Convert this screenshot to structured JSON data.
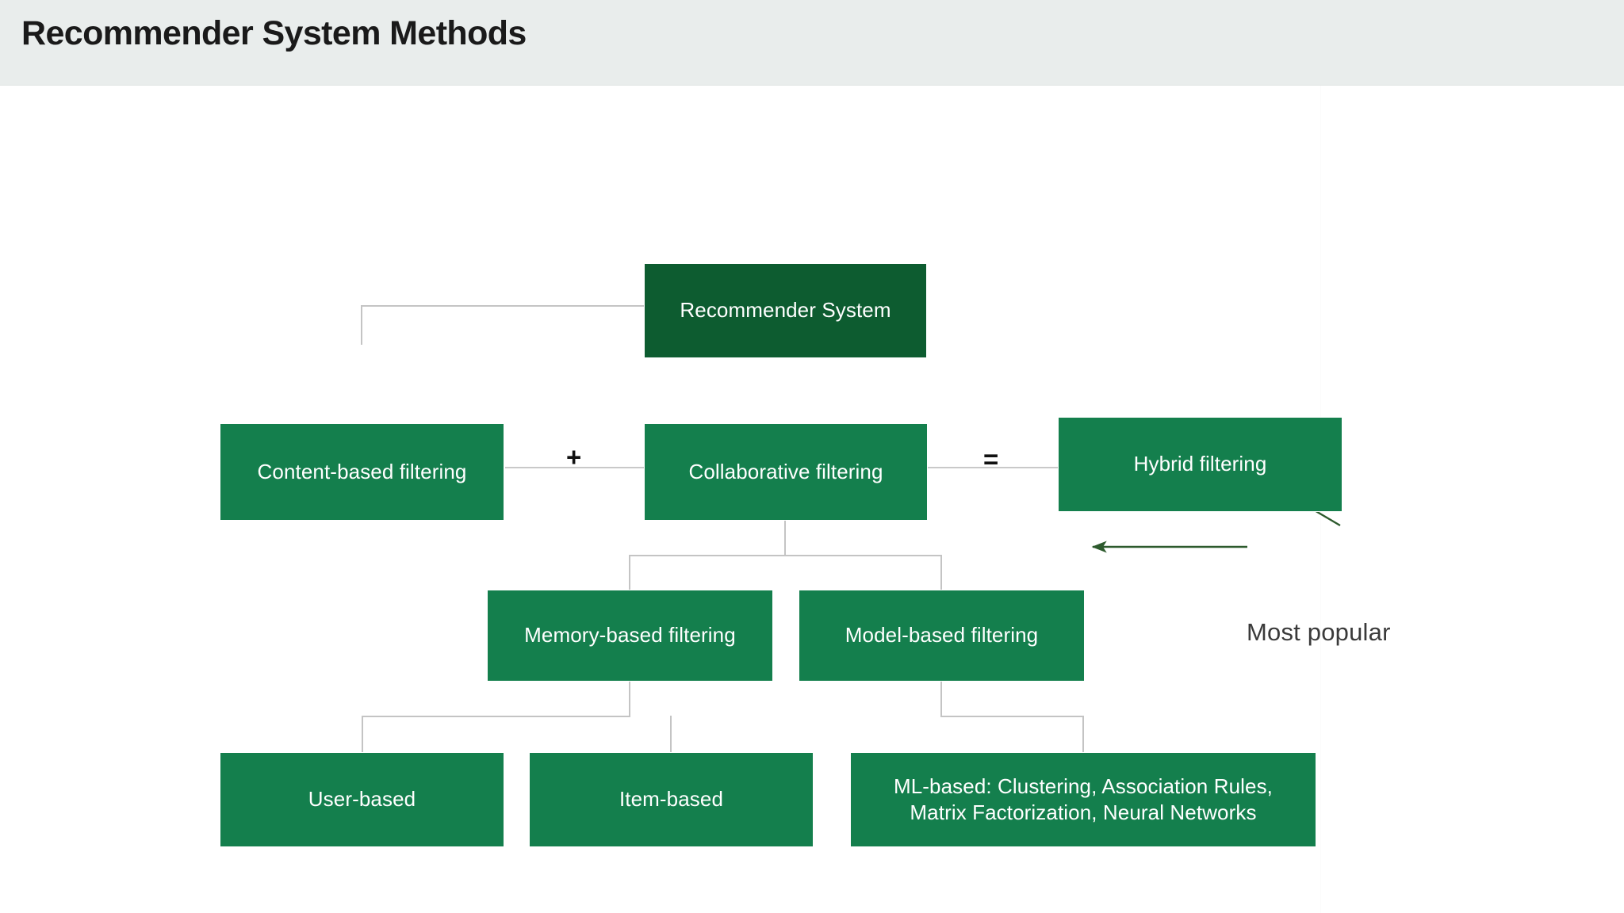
{
  "header": {
    "title": "Recommender System Methods",
    "background_color": "#e9edec",
    "title_color": "#1a1a1a"
  },
  "theme": {
    "root_node_color": "#0d5c30",
    "node_color": "#147f4d",
    "node_text_color": "#ffffff",
    "connector_color": "#c4c4c4",
    "annotation_color": "#2d5a2d",
    "annotation_text_color": "#3a3a3a",
    "canvas_background": "#ffffff"
  },
  "diagram": {
    "type": "tree",
    "nodes": {
      "root": {
        "label": "Recommender System"
      },
      "content_based": {
        "label": "Content-based filtering"
      },
      "collaborative": {
        "label": "Collaborative filtering"
      },
      "hybrid": {
        "label": "Hybrid filtering"
      },
      "memory_based": {
        "label": "Memory-based filtering"
      },
      "model_based": {
        "label": "Model-based filtering"
      },
      "user_based": {
        "label": "User-based"
      },
      "item_based": {
        "label": "Item-based"
      },
      "ml_based": {
        "label_line1": "ML-based: Clustering, Association Rules,",
        "label_line2": "Matrix Factorization, Neural Networks"
      }
    },
    "operators": {
      "plus": "+",
      "equals": "="
    },
    "annotation": {
      "label": "Most popular",
      "points_to": [
        "hybrid",
        "model_based"
      ]
    },
    "edges": [
      {
        "from": "root",
        "to": "content_based"
      },
      {
        "from": "root",
        "to": "collaborative"
      },
      {
        "from": "content_based",
        "to": "collaborative",
        "kind": "operator-plus"
      },
      {
        "from": "collaborative",
        "to": "hybrid",
        "kind": "operator-equals"
      },
      {
        "from": "collaborative",
        "to": "memory_based"
      },
      {
        "from": "collaborative",
        "to": "model_based"
      },
      {
        "from": "memory_based",
        "to": "user_based"
      },
      {
        "from": "memory_based",
        "to": "item_based"
      },
      {
        "from": "model_based",
        "to": "ml_based"
      }
    ]
  }
}
